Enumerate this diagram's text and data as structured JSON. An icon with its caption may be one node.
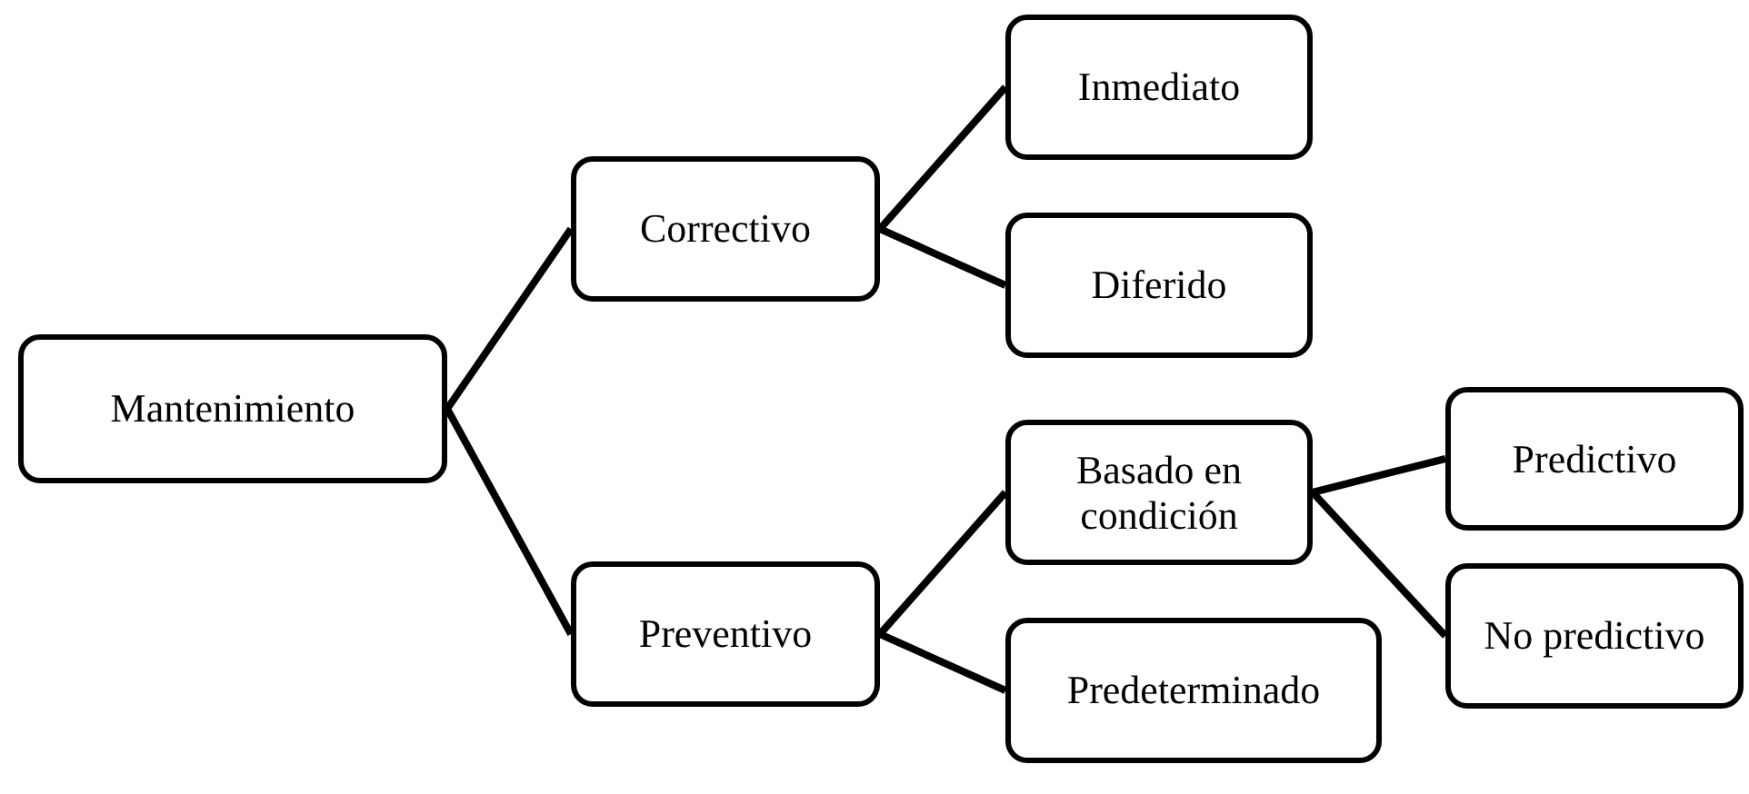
{
  "diagram": {
    "nodes": [
      {
        "text": [
          "Mantenimiento"
        ]
      },
      {
        "text": [
          "Correctivo"
        ]
      },
      {
        "text": [
          "Inmediato"
        ]
      },
      {
        "text": [
          "Diferido"
        ]
      },
      {
        "text": [
          "Preventivo"
        ]
      },
      {
        "text": [
          "Basado en condición"
        ]
      },
      {
        "text": [
          "Predictivo"
        ]
      },
      {
        "text": [
          "No predictivo"
        ]
      },
      {
        "text": [
          "Predeterminado"
        ]
      }
    ],
    "edges": [
      {
        "from": 0,
        "to": 1,
        "arrow": "none"
      },
      {
        "from": 1,
        "to": 2,
        "arrow": "none"
      },
      {
        "from": 1,
        "to": 3,
        "arrow": "none"
      },
      {
        "from": 0,
        "to": 4,
        "arrow": "none"
      },
      {
        "from": 4,
        "to": 5,
        "arrow": "none"
      },
      {
        "from": 5,
        "to": 6,
        "arrow": "none"
      },
      {
        "from": 5,
        "to": 7,
        "arrow": "none"
      },
      {
        "from": 4,
        "to": 8,
        "arrow": "none"
      }
    ]
  }
}
